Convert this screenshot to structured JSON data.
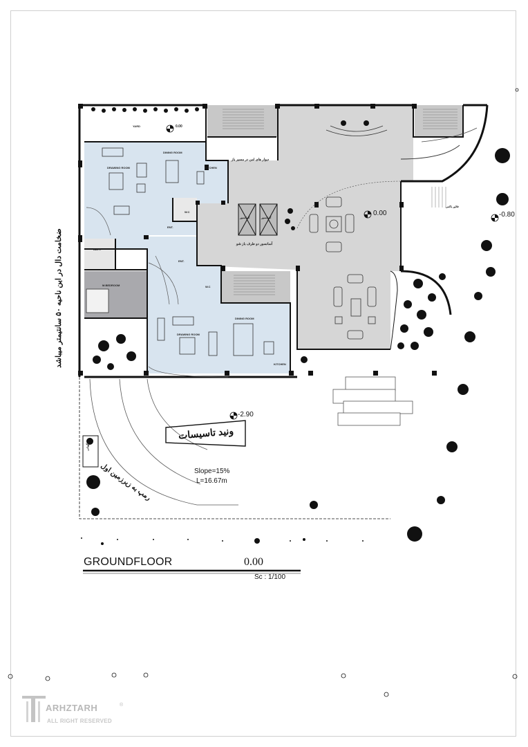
{
  "drawing": {
    "title": "GROUNDFLOOR",
    "title_level": "0.00",
    "scale": "Sc : 1/100"
  },
  "levels": {
    "yard": "0.00",
    "lobby": "0.00",
    "entry": "-0.80",
    "ramp_base": "-2.90"
  },
  "rooms": {
    "yard": "YARD",
    "drawing_room_1": "DRAWING ROOM",
    "dining_room_1": "DINING ROOM",
    "kitchen_1": "KITCHEN",
    "wc_1": "W.C",
    "ent_1": "ENT.",
    "bath": "BATH",
    "m_bedroom": "M.BEDROOM",
    "ent_2": "ENT.",
    "wc_2": "W.C",
    "dining_room_2": "DINING ROOM",
    "drawing_room_2": "DRAWING ROOM",
    "kitchen_2": "KITCHEN"
  },
  "notes": {
    "wall_note": "دیوار های امن در مسیر باز",
    "elevator_1": "آسانسور",
    "elevator_2": "آسانسور",
    "elevator_note": "آسانسور دو طرف باز شو",
    "side_note": "فلاور باکس",
    "slab_note": "ضخامت دال در این ناحیه ۵۰ سانتیمتر میباشد",
    "installations": "ونید تاسیسات",
    "ramp_label": "رمپ به زیرزمین اول",
    "ramp_slope": "Slope=15%",
    "ramp_length": "L=16.67m",
    "guard_post": "نگهبانی"
  },
  "logo": {
    "brand": "ARHZTARH",
    "rights": "ALL RIGHT RESERVED",
    "registered": "®"
  }
}
